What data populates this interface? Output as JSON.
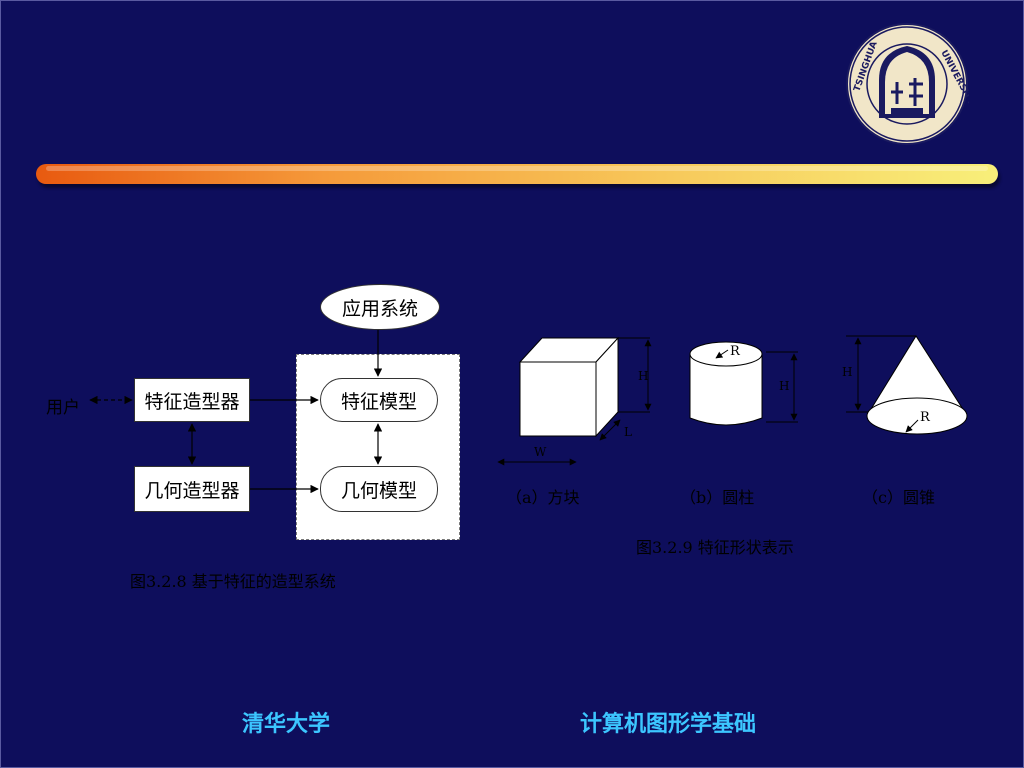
{
  "diagram_left": {
    "user": "用户",
    "feature_modeler": "特征造型器",
    "geometry_modeler": "几何造型器",
    "application_system": "应用系统",
    "feature_model": "特征模型",
    "geometry_model": "几何模型",
    "caption": "图3.2.8  基于特征的造型系统"
  },
  "diagram_right": {
    "cube_label": "（a）方块",
    "cylinder_label": "（b）圆柱",
    "cone_label": "（c）圆锥",
    "caption": "图3.2.9  特征形状表示",
    "dim_h": "H",
    "dim_w": "W",
    "dim_l": "L",
    "dim_r": "R"
  },
  "logo": {
    "text_left": "TSINGHUA",
    "text_right": "UNIVERSITY"
  },
  "footer": {
    "left": "清华大学",
    "right": "计算机图形学基础"
  }
}
